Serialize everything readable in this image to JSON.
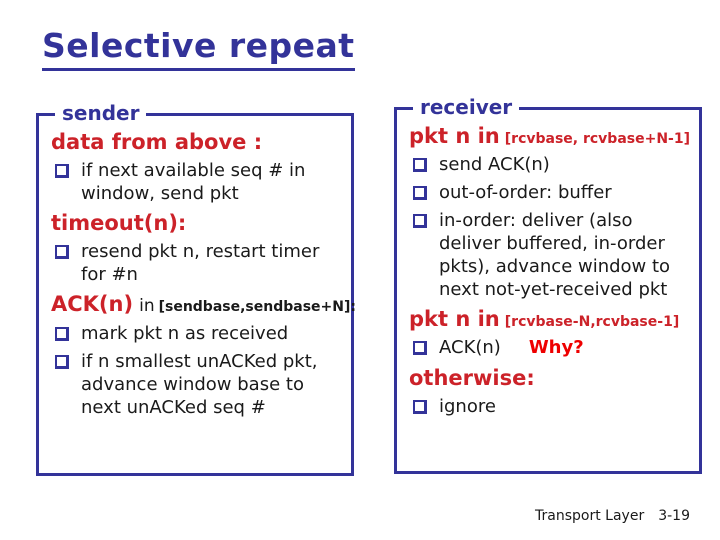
{
  "slide": {
    "title": "Selective repeat"
  },
  "colors": {
    "accent_blue": "#333399",
    "accent_red": "#cc2229",
    "bright_red": "#ee0000",
    "text_black": "#1a1a1a",
    "background": "#ffffff"
  },
  "sender": {
    "label": "sender",
    "headers": {
      "data_from_above": "data from above :",
      "timeout": "timeout(n):",
      "ack": "ACK(n)",
      "ack_mid": "in",
      "ack_bracket": "[sendbase,sendbase+N]:"
    },
    "bullets": [
      "if next available seq # in window, send pkt",
      "resend pkt n, restart timer for #n",
      "mark pkt n as received",
      "if n smallest unACKed pkt, advance window base to next unACKed seq #"
    ]
  },
  "receiver": {
    "label": "receiver",
    "headers": {
      "pkt_in_window": "pkt n in",
      "pkt_in_window_bracket": "[rcvbase, rcvbase+N-1]",
      "pkt_in_prev": "pkt n in",
      "pkt_in_prev_bracket": "[rcvbase-N,rcvbase-1]",
      "otherwise": "otherwise:"
    },
    "bullets": [
      "send ACK(n)",
      "out-of-order: buffer",
      "in-order: deliver (also deliver buffered, in-order pkts), advance window to next not-yet-received pkt",
      "ACK(n)",
      "ignore"
    ],
    "why": "Why?"
  },
  "footer": {
    "label": "Transport Layer",
    "page": "3-19"
  }
}
